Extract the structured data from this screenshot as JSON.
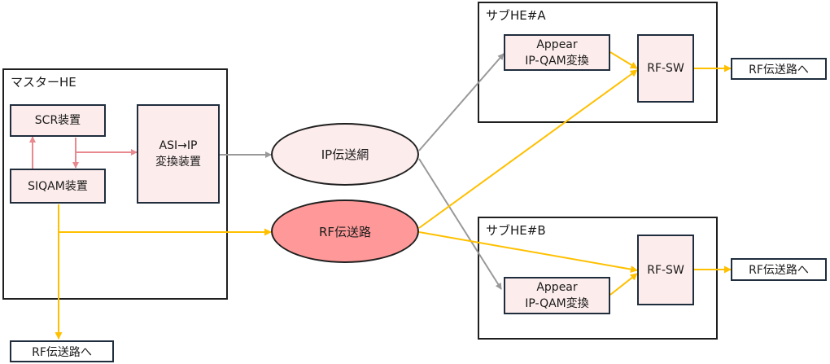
{
  "master": {
    "title": "マスターHE"
  },
  "scr": {
    "label": "SCR装置"
  },
  "siqam": {
    "label": "SIQAM装置"
  },
  "asi": {
    "line1": "ASI→IP",
    "line2": "変換装置"
  },
  "ip_network": {
    "label": "IP伝送網"
  },
  "rf_path": {
    "label": "RF伝送路"
  },
  "sub_a": {
    "title": "サブHE#A",
    "appear_line1": "Appear",
    "appear_line2": "IP-QAM変換",
    "rfsw": "RF-SW",
    "out": "RF伝送路へ"
  },
  "sub_b": {
    "title": "サブHE#B",
    "appear_line1": "Appear",
    "appear_line2": "IP-QAM変換",
    "rfsw": "RF-SW",
    "out": "RF伝送路へ"
  },
  "bottom_out": {
    "label": "RF伝送路へ"
  },
  "colors": {
    "gray_line": "#999999",
    "orange_line": "#ffc000",
    "pink_line": "#e8898f",
    "rf_fill": "#ff9999",
    "ip_fill": "#fdecec"
  }
}
